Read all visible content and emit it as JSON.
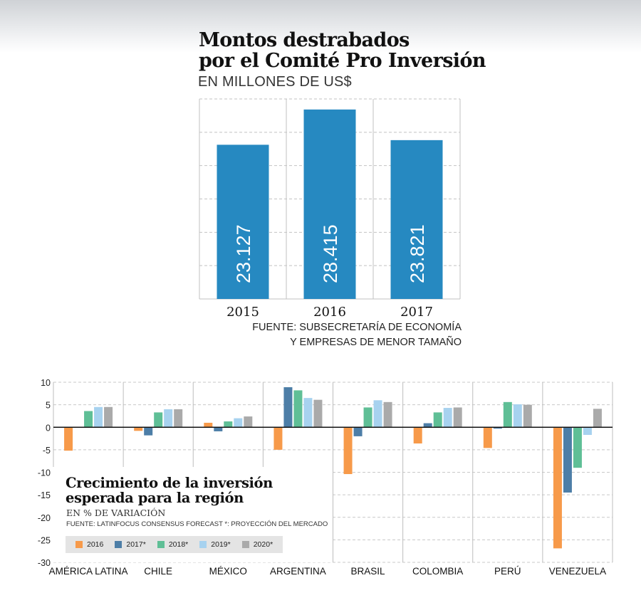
{
  "chart_data": [
    {
      "type": "bar",
      "title": "Montos destrabados por el Comité Pro Inversión",
      "title_lines": [
        "Montos destrabados",
        "por el Comité Pro Inversión"
      ],
      "subtitle": "EN MILLONES DE US$",
      "categories": [
        "2015",
        "2016",
        "2017"
      ],
      "values": [
        23127,
        28415,
        23821
      ],
      "value_labels": [
        "23.127",
        "28.415",
        "23.821"
      ],
      "ylim": [
        0,
        30000
      ],
      "grid": true,
      "source_lines": [
        "FUENTE: SUBSECRETARÍA DE ECONOMÍA",
        "Y EMPRESAS DE MENOR TAMAÑO"
      ],
      "bar_color": "#2689c1"
    },
    {
      "type": "bar",
      "title": "Crecimiento de la inversión esperada para la región",
      "title_lines": [
        "Crecimiento de la inversión",
        "esperada para la región"
      ],
      "subtitle": "EN % DE VARIACIÓN",
      "source": "FUENTE: LATINFOCUS CONSENSUS FORECAST *: PROYECCIÓN DEL MERCADO",
      "categories": [
        "AMÉRICA LATINA",
        "CHILE",
        "MÉXICO",
        "ARGENTINA",
        "BRASIL",
        "COLOMBIA",
        "PERÚ",
        "VENEZUELA"
      ],
      "ylim": [
        -30,
        10
      ],
      "yticks": [
        10,
        5,
        0,
        -5,
        -10,
        -15,
        -20,
        -25,
        -30
      ],
      "grid": true,
      "legend_position": "bottom-left",
      "series": [
        {
          "name": "2016",
          "color": "#f79a4a",
          "values": [
            -5.2,
            -0.8,
            1.0,
            -5.0,
            -10.4,
            -3.6,
            -4.6,
            -26.9
          ]
        },
        {
          "name": "2017*",
          "color": "#4d7ea7",
          "values": [
            0.0,
            -1.8,
            -0.9,
            8.9,
            -2.0,
            0.9,
            -0.3,
            -14.5
          ]
        },
        {
          "name": "2018*",
          "color": "#5fbf96",
          "values": [
            3.6,
            3.3,
            1.3,
            8.2,
            4.4,
            3.3,
            5.6,
            -9.0
          ]
        },
        {
          "name": "2019*",
          "color": "#a7d2ef",
          "values": [
            4.5,
            4.0,
            2.0,
            6.5,
            6.0,
            4.3,
            5.1,
            -1.7
          ]
        },
        {
          "name": "2020*",
          "color": "#aaaaaa",
          "values": [
            4.5,
            4.0,
            2.4,
            6.1,
            5.6,
            4.4,
            5.0,
            4.1
          ]
        }
      ]
    }
  ]
}
